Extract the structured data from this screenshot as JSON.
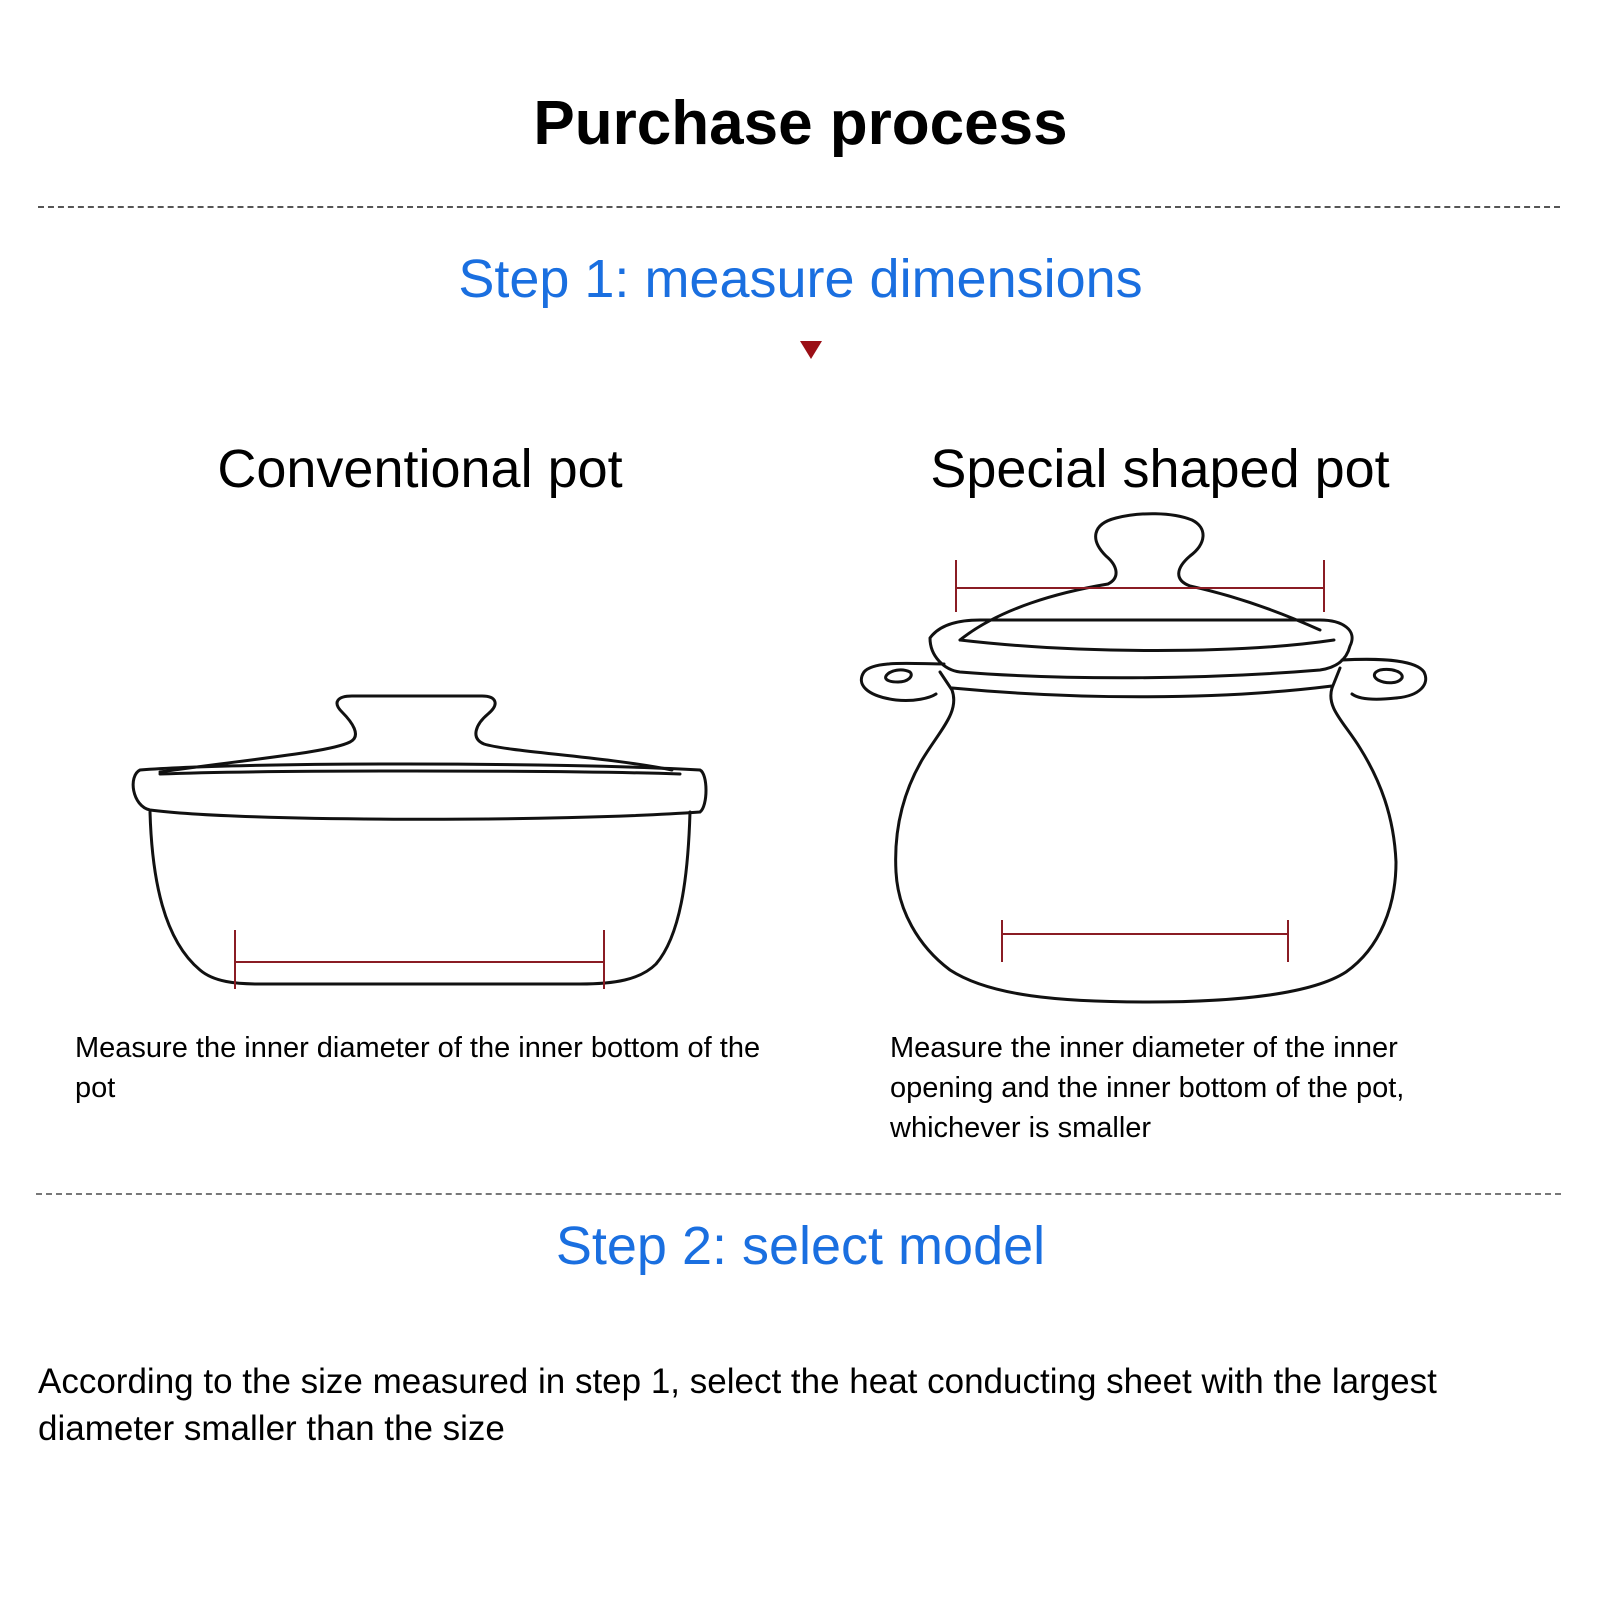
{
  "title": "Purchase process",
  "step1": {
    "heading": "Step 1: measure dimensions",
    "marker": "down-triangle-icon",
    "conventional": {
      "title": "Conventional pot",
      "caption": "Measure the inner diameter of the inner bottom of the pot"
    },
    "special": {
      "title": "Special shaped pot",
      "caption": "Measure the inner diameter of the inner opening and the inner bottom of the pot, whichever is smaller"
    }
  },
  "step2": {
    "heading": "Step 2: select model",
    "text": "According to the size measured in step 1, select the heat conducting sheet with the largest diameter smaller than the size"
  },
  "colors": {
    "heading_blue": "#1a6fe0",
    "marker_red": "#9b0f16",
    "measure_line": "#8a1c24"
  }
}
